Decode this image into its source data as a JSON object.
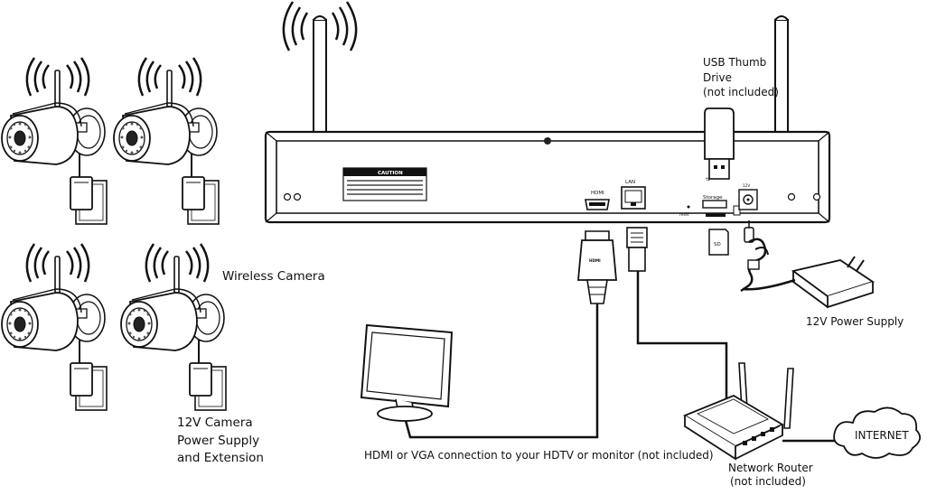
{
  "labels": {
    "usb_drive": [
      "USB Thumb",
      "Drive",
      "(not included)"
    ],
    "wireless_camera": "Wireless Camera",
    "camera_power": [
      "12V Camera",
      "Power Supply",
      "and Extension"
    ],
    "power_supply": "12V Power Supply",
    "hdmi_connection": "HDMI or VGA connection to your HDTV or monitor (not included)",
    "router": [
      "Network Router",
      "(not included)"
    ],
    "internet": "INTERNET"
  },
  "nvr_panel": {
    "caution": "CAUTION",
    "hdmi_port": "HDMI",
    "lan_port": "LAN",
    "storage": "Storage",
    "reset": "reset",
    "dc_power": "12V",
    "sd_card": "SD",
    "hdmi_plug": "HDMI"
  }
}
